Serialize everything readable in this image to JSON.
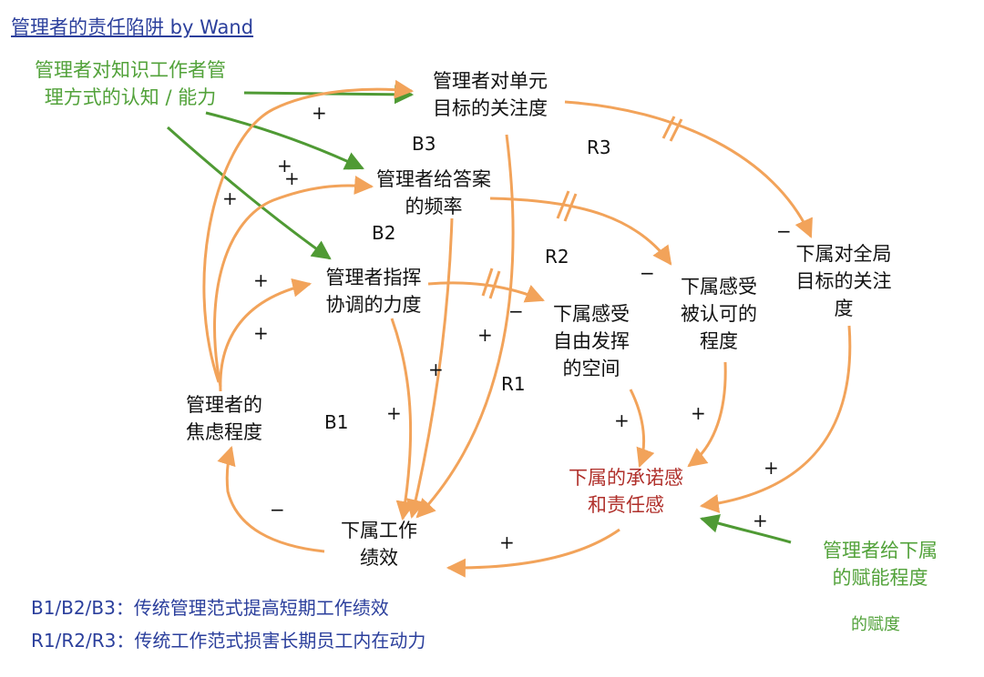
{
  "title": "管理者的责任陷阱 by Wand",
  "nodes": {
    "manager_cognition": "管理者对知识工作者管\n理方式的认知 / 能力",
    "unit_goal_focus": "管理者对单元\n目标的关注度",
    "answer_frequency": "管理者给答案\n的频率",
    "coordination_strength": "管理者指挥\n协调的力度",
    "manager_anxiety": "管理者的\n焦虑程度",
    "work_performance": "下属工作\n绩效",
    "freedom_space": "下属感受\n自由发挥\n的空间",
    "recognition": "下属感受\n被认可的\n程度",
    "global_goal_focus": "下属对全局\n目标的关注\n度",
    "commitment": "下属的承诺感\n和责任感",
    "empowerment": "管理者给下属\n的赋能程度"
  },
  "loops": {
    "b1": "B1",
    "b2": "B2",
    "b3": "B3",
    "r1": "R1",
    "r2": "R2",
    "r3": "R3"
  },
  "signs": {
    "plus": "+",
    "minus": "−"
  },
  "legend": {
    "balancing": "B1/B2/B3：传统管理范式提高短期工作绩效",
    "reinforcing": "R1/R2/R3：传统工作范式损害长期员工内在动力"
  },
  "note": "的赋度",
  "colors": {
    "orange": "#f2a35a",
    "green": "#4f9a34",
    "title_blue": "#2b3f9c",
    "commitment_red": "#b0302b"
  }
}
